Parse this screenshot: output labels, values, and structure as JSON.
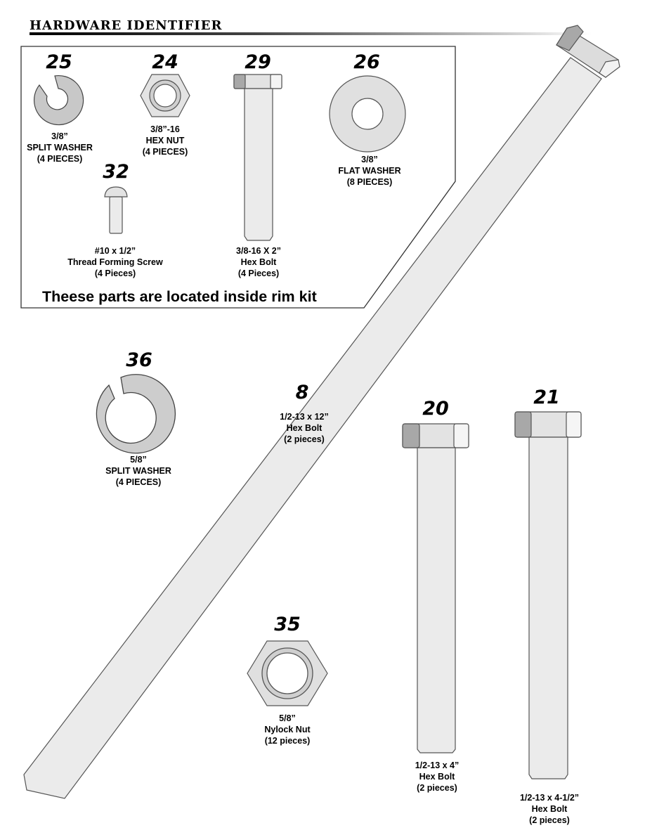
{
  "page": {
    "title": "HARDWARE IDENTIFIER",
    "kit_note": "Theese parts are located inside rim kit"
  },
  "parts": {
    "p25": {
      "number": "25",
      "line1": "3/8”",
      "line2": "SPLIT WASHER",
      "line3": "(4 PIECES)"
    },
    "p24": {
      "number": "24",
      "line1": "3/8”-16",
      "line2": "HEX NUT",
      "line3": "(4 PIECES)"
    },
    "p29": {
      "number": "29",
      "line1": "3/8-16 X 2”",
      "line2": "Hex Bolt",
      "line3": "(4 Pieces)"
    },
    "p26": {
      "number": "26",
      "line1": "3/8”",
      "line2": "FLAT WASHER",
      "line3": "(8 PIECES)"
    },
    "p32": {
      "number": "32",
      "line1": "#10 x 1/2”",
      "line2": "Thread Forming Screw",
      "line3": "(4 Pieces)"
    },
    "p36": {
      "number": "36",
      "line1": "5/8”",
      "line2": "SPLIT WASHER",
      "line3": "(4 PIECES)"
    },
    "p8": {
      "number": "8",
      "line1": "1/2-13 x 12”",
      "line2": "Hex Bolt",
      "line3": "(2 pieces)"
    },
    "p20": {
      "number": "20",
      "line1": "1/2-13 x 4”",
      "line2": "Hex Bolt",
      "line3": "(2 pieces)"
    },
    "p21": {
      "number": "21",
      "line1": "1/2-13 x 4-1/2”",
      "line2": "Hex Bolt",
      "line3": "(2 pieces)"
    },
    "p35": {
      "number": "35",
      "line1": "5/8”",
      "line2": "Nylock Nut",
      "line3": "(12 pieces)"
    }
  },
  "colors": {
    "part_fill": "#e8e8e8",
    "washer_fill": "#c8c8c8",
    "hex_dark": "#a8a8a8",
    "outline": "#555555"
  }
}
